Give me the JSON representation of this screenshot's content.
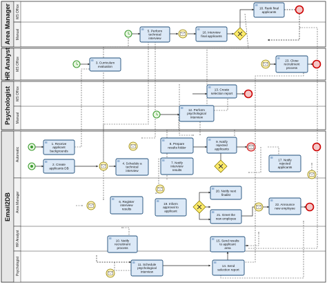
{
  "pools": [
    {
      "name": "Area Manager",
      "lanes": [
        "MS Office",
        "Manual"
      ]
    },
    {
      "name": "HR Analyst",
      "lanes": [
        "MS Office"
      ]
    },
    {
      "name": "Psychologist",
      "lanes": [
        "MS Office",
        "Manual"
      ]
    },
    {
      "name": "Email2DB",
      "lanes": [
        "Automatic",
        "Area Manager",
        "HR Analyst",
        "Psychologist"
      ]
    }
  ],
  "tasks": [
    {
      "id": "t1",
      "lines": [
        "1. Receive",
        "applicant",
        "backgrounds"
      ]
    },
    {
      "id": "t2",
      "lines": [
        "2. Create",
        "applicants DB"
      ]
    },
    {
      "id": "t3",
      "lines": [
        "3. Curriculum",
        "evaluation"
      ]
    },
    {
      "id": "t4",
      "lines": [
        "4. Schedule a",
        "technical",
        "interview"
      ]
    },
    {
      "id": "t5",
      "lines": [
        "5. Perform",
        "technical",
        "interview"
      ]
    },
    {
      "id": "t6",
      "lines": [
        "6. Register",
        "interview",
        "results"
      ]
    },
    {
      "id": "t7",
      "lines": [
        "7. Notify",
        "interview",
        "results"
      ]
    },
    {
      "id": "t8",
      "lines": [
        "8. Prepare",
        "results folder"
      ]
    },
    {
      "id": "t9",
      "lines": [
        "9. Notify",
        "rejected",
        "applicants"
      ]
    },
    {
      "id": "t10",
      "lines": [
        "10. Notify",
        "recruitment",
        "process"
      ]
    },
    {
      "id": "t11",
      "lines": [
        "11. Schedule",
        "psychological",
        "interview"
      ]
    },
    {
      "id": "t12",
      "lines": [
        "12. Perform",
        "psychological",
        "interview"
      ]
    },
    {
      "id": "t13",
      "lines": [
        "13. Create",
        "selection report"
      ]
    },
    {
      "id": "t14",
      "lines": [
        "14. Send",
        "selection report"
      ]
    },
    {
      "id": "t15",
      "lines": [
        "15. Send results",
        "to applicant",
        "area"
      ]
    },
    {
      "id": "t16",
      "lines": [
        "16. Interview",
        "final applicants"
      ]
    },
    {
      "id": "t17",
      "lines": [
        "17. Notify",
        "rejected",
        "applicants"
      ]
    },
    {
      "id": "t18",
      "lines": [
        "18. Rank final",
        "applicants"
      ]
    },
    {
      "id": "t19",
      "lines": [
        "19. Inform",
        "approval to",
        "applicant"
      ]
    },
    {
      "id": "t20",
      "lines": [
        "20. Notify next",
        "finalist"
      ]
    },
    {
      "id": "t21",
      "lines": [
        "21. Greet the",
        "new employee"
      ]
    },
    {
      "id": "t22",
      "lines": [
        "22. Announce",
        "new employee"
      ]
    },
    {
      "id": "t23",
      "lines": [
        "23. Close",
        "recruitment",
        "process"
      ]
    }
  ],
  "colors": {
    "task_fill": "#dce9f7",
    "task_stroke": "#1f4e79",
    "start_stroke": "#3b9b2f",
    "start_fill": "#e9f7e2",
    "end_stroke": "#cc0000",
    "end_fill": "#f4c7c7",
    "gateway_fill": "#ffec6b",
    "gateway_stroke": "#8a7a00",
    "msg_fill": "#fff3b0",
    "msg_stroke": "#8a7a00",
    "pool_header": "#e6e6e6"
  }
}
